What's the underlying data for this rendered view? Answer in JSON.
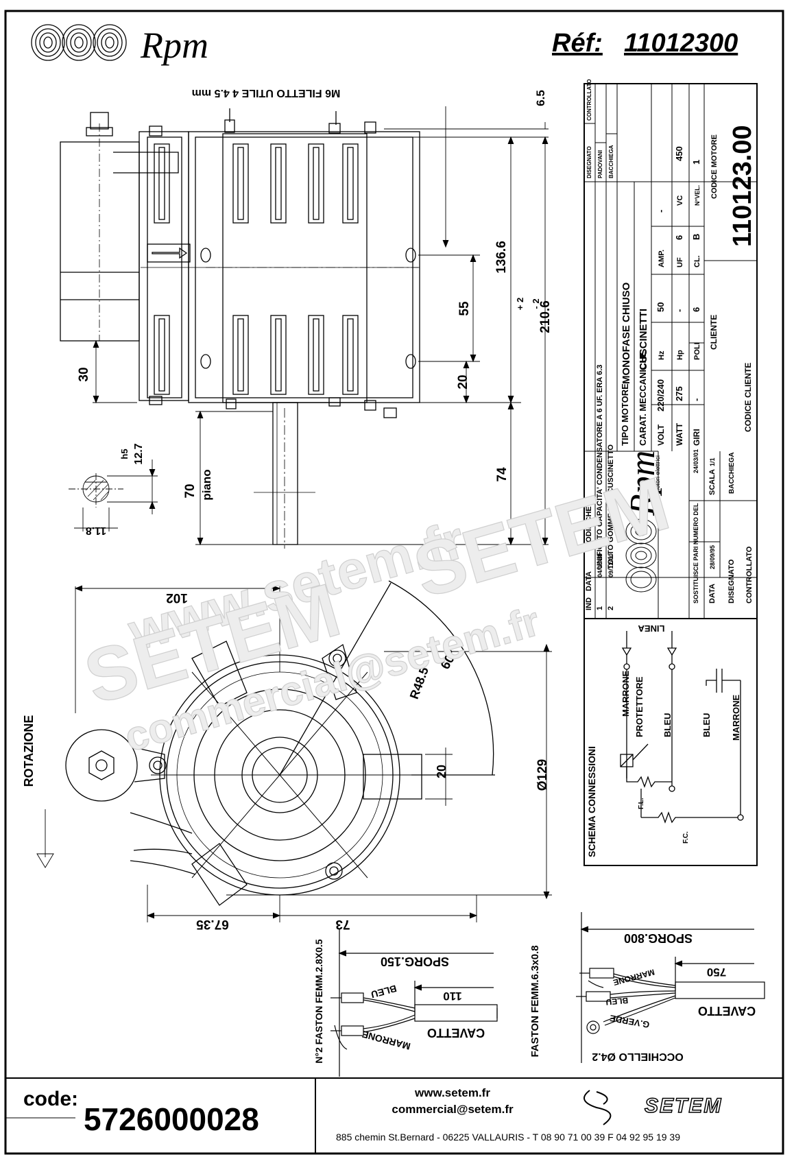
{
  "header": {
    "brand": "Rpm",
    "ref_label": "Réf:",
    "ref_number": "11012300"
  },
  "watermark": {
    "site": "www.setem.fr",
    "company": "SETEM",
    "email": "commercial@setem.fr"
  },
  "motor_side": {
    "thread_note": "M6 FILETTO UTILE 4  4.5 mm",
    "dim_6_5": "6.5",
    "dim_136_6": "136.6",
    "dim_210_6": "210.6",
    "tol_plus": "+ 2",
    "tol_minus": "- 2",
    "dim_55": "55",
    "dim_20": "20",
    "dim_30": "30",
    "dim_74": "74",
    "dim_70": "70",
    "piano": "piano",
    "shaft_tol": "h5",
    "dim_12_7": "12.7",
    "dim_11_8": "11.8"
  },
  "motor_front": {
    "dim_102": "102",
    "radius": "R48.5",
    "angle": "60°",
    "dim_20": "20",
    "diameter": "Ø129",
    "dim_67_35": "67.35",
    "dim_73": "73",
    "rotation": "ROTAZIONE"
  },
  "title_block": {
    "revisions": [
      {
        "ind": "2",
        "date": "09/12/00",
        "mod": "TOLTO GOMME PER CUSCINETTO",
        "by": "BACCHIEGA"
      },
      {
        "ind": "1",
        "date": "04/06/98",
        "mod": "UNIFICATO CAPACITA' CONDENSATORE A 6 UF. ERA 6.3",
        "by": "PADOVANI"
      }
    ],
    "rev_headers": {
      "ind": "IND",
      "data": "DATA",
      "modifiche": "MODIFICHE",
      "disegnato": "DISEGNATO",
      "controllato": "CONTROLLATO"
    },
    "tipo_motore_label": "TIPO MOTORE",
    "tipo_motore": "MONOFASE CHIUSO",
    "carat_label": "CARAT. MECCANICHE",
    "carat": "CUSCINETTI",
    "volt_label": "VOLT",
    "volt": "220/240",
    "hz_label": "Hz",
    "hz": "50",
    "amp_label": "AMP.",
    "amp": "-",
    "watt_label": "WATT",
    "watt": "275",
    "hp_label": "Hp",
    "hp": "-",
    "uf_label": "UF",
    "uf": "6",
    "vc_label": "VC",
    "vc": "450",
    "giri_label": "GIRI",
    "giri": "-",
    "poli_label": "POLI",
    "poli": "6",
    "cl_label": "CL.",
    "cl": "B",
    "nvel_label": "N°VEL.",
    "nvel": "1",
    "cliente_label": "CLIENTE",
    "codice_motore_label": "CODICE MOTORE",
    "codice_motore": "110123.00",
    "codice_cliente_label": "CODICE CLIENTE",
    "logo_name": "Rpm",
    "logo_sub": "motori elettrici",
    "sostituisce_label": "SOSTITUISCE PARI NUMERO DEL",
    "sostituisce_date": "24/03/01",
    "data_label": "DATA",
    "data_value": "28/09/95",
    "scala_label": "SCALA",
    "scala_value": "1/1",
    "disegnato_label": "DISEGNATO",
    "disegnato_value": "BACCHIEGA",
    "controllato_label": "CONTROLLATO"
  },
  "schema": {
    "title": "SCHEMA CONNESSIONI",
    "linea": "LINEA",
    "marrone": "MARRONE",
    "protettore": "PROTETTORE",
    "bleu": "BLEU",
    "fl": "F.L.",
    "fc": "F.C."
  },
  "cable_left": {
    "faston": "N°2 FASTON FEMM.2.8X0.5",
    "sporg": "SPORG.150",
    "dim": "110",
    "bleu": "BLEU",
    "marrone": "MARRONE",
    "cavetto": "CAVETTO"
  },
  "cable_right": {
    "faston": "FASTON FEMM.6.3x0.8",
    "sporg": "SPORG.800",
    "dim": "750",
    "marrone": "MARRONE",
    "bleu": "BLEU",
    "gverde": "G.VERDE",
    "cavetto": "CAVETTO",
    "occhiello": "OCCHIELLO Ø4.2"
  },
  "footer": {
    "code_label": "code:",
    "code": "5726000028",
    "website": "www.setem.fr",
    "email": "commercial@setem.fr",
    "address": "885 chemin St.Bernard  -  06225 VALLAURIS  -  T 08 90 71 00 39   F 04 92 95 19 39",
    "logo": "SETEM"
  }
}
